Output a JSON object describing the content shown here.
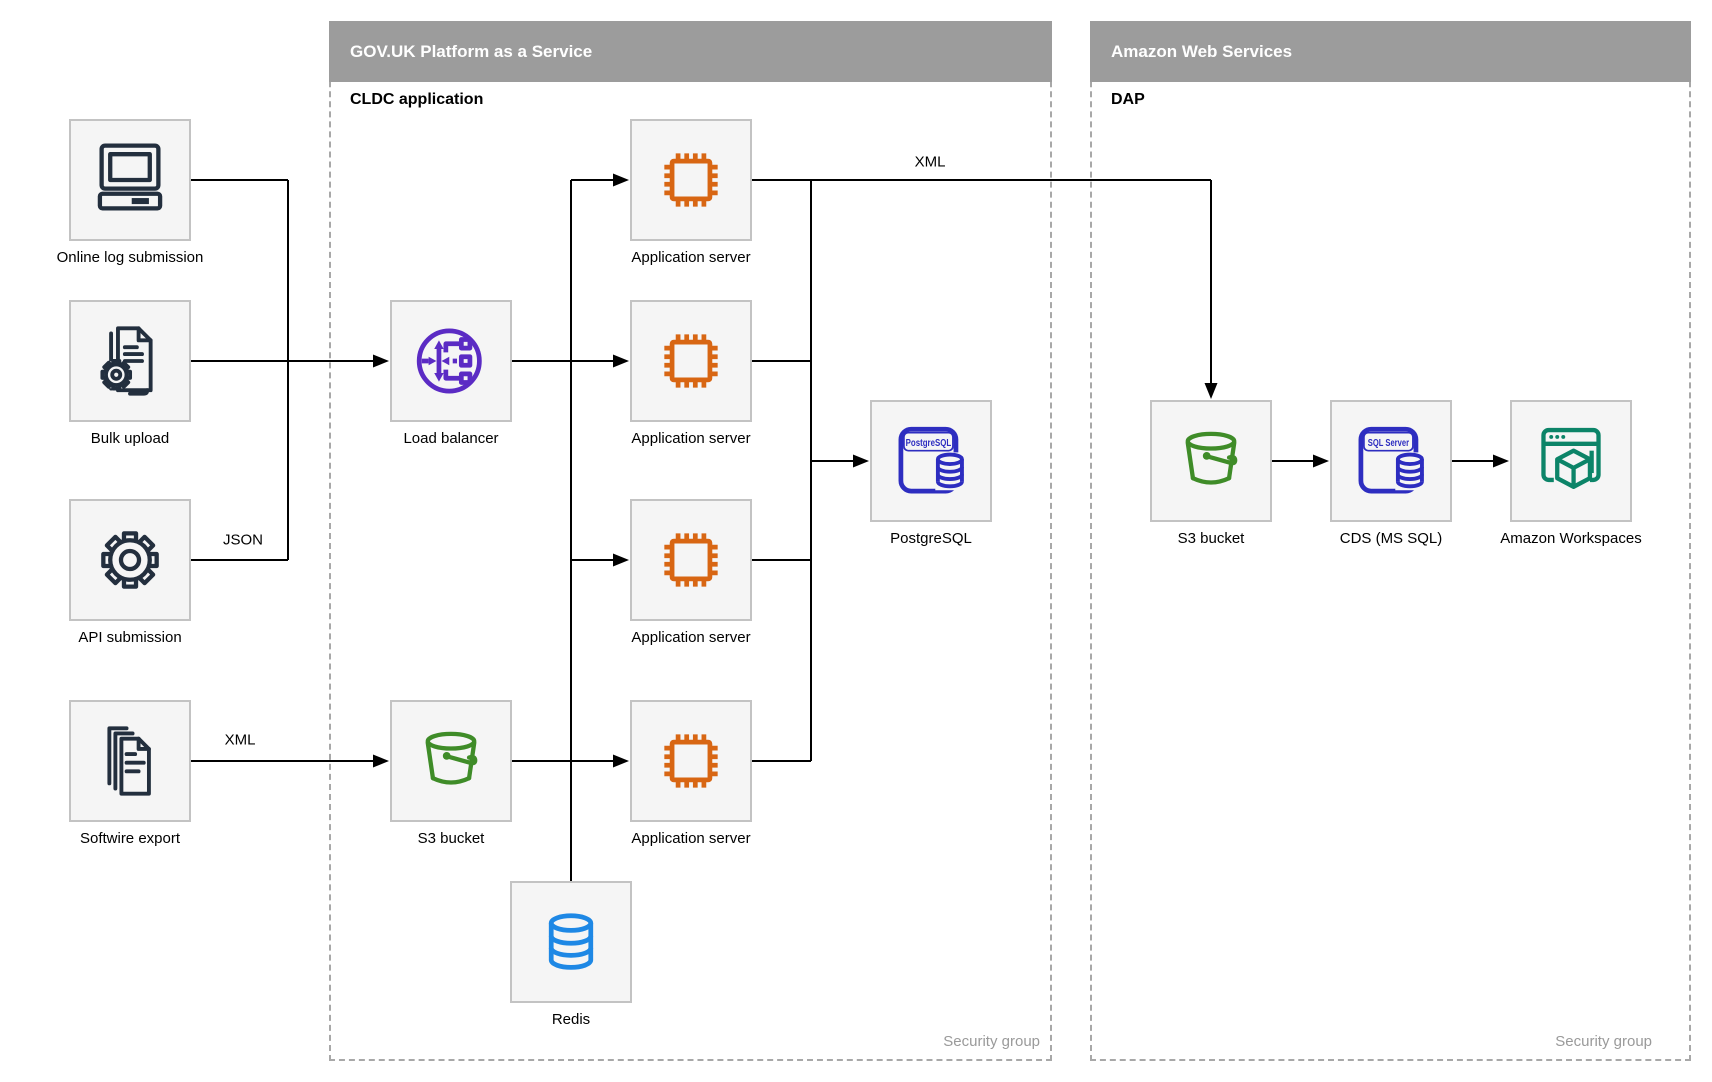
{
  "containers": {
    "paas": {
      "title": "GOV.UK Platform as a Service",
      "subtitle": "CLDC application",
      "footer": "Security group"
    },
    "aws": {
      "title": "Amazon Web Services",
      "subtitle": "DAP",
      "footer": "Security group"
    }
  },
  "nodes": {
    "online_log": {
      "label": "Online log submission",
      "icon": "desktop-computer-icon"
    },
    "bulk_upload": {
      "label": "Bulk upload",
      "icon": "document-gear-icon"
    },
    "api_submission": {
      "label": "API submission",
      "icon": "gear-icon"
    },
    "softwire_export": {
      "label": "Softwire export",
      "icon": "documents-stack-icon"
    },
    "load_balancer": {
      "label": "Load balancer",
      "icon": "load-balancer-icon"
    },
    "s3_paas": {
      "label": "S3 bucket",
      "icon": "s3-bucket-icon"
    },
    "app_server_1": {
      "label": "Application server",
      "icon": "chip-icon"
    },
    "app_server_2": {
      "label": "Application server",
      "icon": "chip-icon"
    },
    "app_server_3": {
      "label": "Application server",
      "icon": "chip-icon"
    },
    "app_server_4": {
      "label": "Application server",
      "icon": "chip-icon"
    },
    "postgresql": {
      "label": "PostgreSQL",
      "icon_text": "PostgreSQL",
      "icon": "postgresql-database-icon"
    },
    "redis": {
      "label": "Redis",
      "icon": "redis-cache-icon"
    },
    "s3_aws": {
      "label": "S3 bucket",
      "icon": "s3-bucket-icon"
    },
    "cds": {
      "label": "CDS (MS SQL)",
      "icon_text": "SQL Server",
      "icon": "sql-server-database-icon"
    },
    "workspaces": {
      "label": "Amazon Workspaces",
      "icon": "workspaces-icon"
    }
  },
  "edge_labels": {
    "json": "JSON",
    "xml_softwire": "XML",
    "xml_app": "XML"
  },
  "colors": {
    "header_bar": "#9c9c9c",
    "box_fill": "#f5f5f5",
    "box_border": "#c3c3c3",
    "dashed_border": "#a8a8a8",
    "icon_navy": "#232F3E",
    "icon_orange": "#D86613",
    "icon_purple": "#5B2BC4",
    "icon_green": "#3F8C28",
    "icon_db_blue": "#2D2DC0",
    "icon_redis_blue": "#1E88E5",
    "icon_teal": "#0C8468",
    "footer_text": "#9a9a9a",
    "connector": "#000000"
  }
}
